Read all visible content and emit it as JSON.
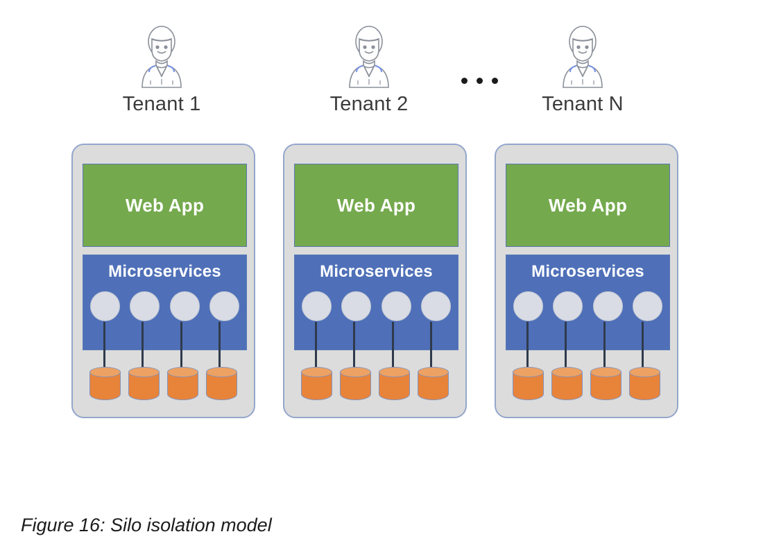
{
  "figure": {
    "caption": "Figure 16: Silo isolation model",
    "ellipsis_icon": "ellipsis-icon",
    "colors": {
      "webapp_fill": "#74a94d",
      "microservices_fill": "#4f70b8",
      "silo_fill": "#dcdcdc",
      "silo_border": "#93a6cb",
      "node_fill": "#d9dce4",
      "database_body": "#e8833a",
      "database_top": "#eda263",
      "connector": "#2f3a4c",
      "text_dark": "#3b3b3b",
      "text_light": "#ffffff"
    }
  },
  "tenants": [
    {
      "label": "Tenant 1",
      "icon": "user-icon",
      "silo": {
        "webapp_label": "Web App",
        "microservices_label": "Microservices",
        "node_count": 4,
        "database_count": 4
      }
    },
    {
      "label": "Tenant 2",
      "icon": "user-icon",
      "silo": {
        "webapp_label": "Web App",
        "microservices_label": "Microservices",
        "node_count": 4,
        "database_count": 4
      }
    },
    {
      "label": "Tenant N",
      "icon": "user-icon",
      "silo": {
        "webapp_label": "Web App",
        "microservices_label": "Microservices",
        "node_count": 4,
        "database_count": 4
      }
    }
  ]
}
